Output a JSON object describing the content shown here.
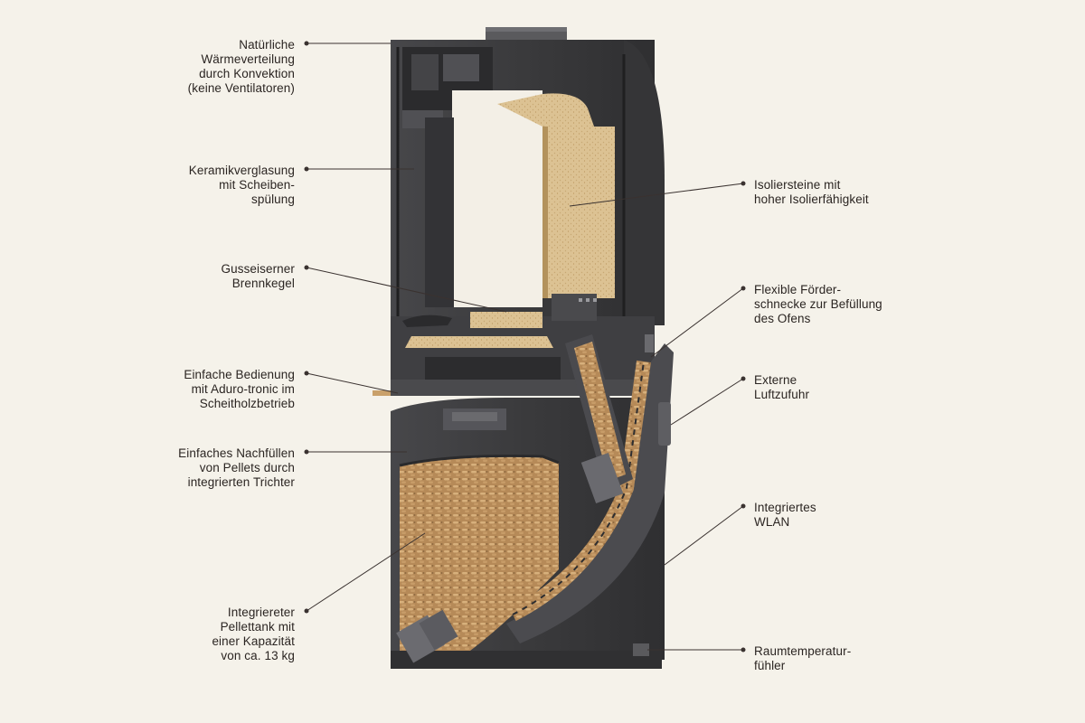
{
  "diagram": {
    "callouts_left": [
      {
        "id": "convection",
        "text": "Natürliche\nWärmeverteilung\ndurch Konvektion\n(keine Ventilatoren)"
      },
      {
        "id": "glass",
        "text": "Keramikverglasung\nmit Scheiben-\nspülung"
      },
      {
        "id": "cone",
        "text": "Gusseiserner\nBrennkegel"
      },
      {
        "id": "controls",
        "text": "Einfache Bedienung\nmit Aduro-tronic im\nScheitholzbetrieb"
      },
      {
        "id": "refill",
        "text": "Einfaches Nachfüllen\nvon Pellets durch\nintegrierten Trichter"
      },
      {
        "id": "tank",
        "text": "Integriereter\nPellettank mit\neiner Kapazität\nvon ca. 13 kg"
      }
    ],
    "callouts_right": [
      {
        "id": "insulation",
        "text": "Isoliersteine mit\nhoher Isolierfähigkeit"
      },
      {
        "id": "auger",
        "text": "Flexible Förder-\nschnecke zur Befüllung\ndes Ofens"
      },
      {
        "id": "air",
        "text": "Externe\nLuftzufuhr"
      },
      {
        "id": "wlan",
        "text": "Integriertes\nWLAN"
      },
      {
        "id": "sensor",
        "text": "Raumtemperatur-\nfühler"
      }
    ]
  },
  "colors": {
    "background": "#f5f2ea",
    "stove_body": "#3c3c3e",
    "stove_dark": "#2a2a2c",
    "insulation": "#d8bc8a",
    "pellets": "#b98d5a",
    "leader": "#3a3230"
  }
}
